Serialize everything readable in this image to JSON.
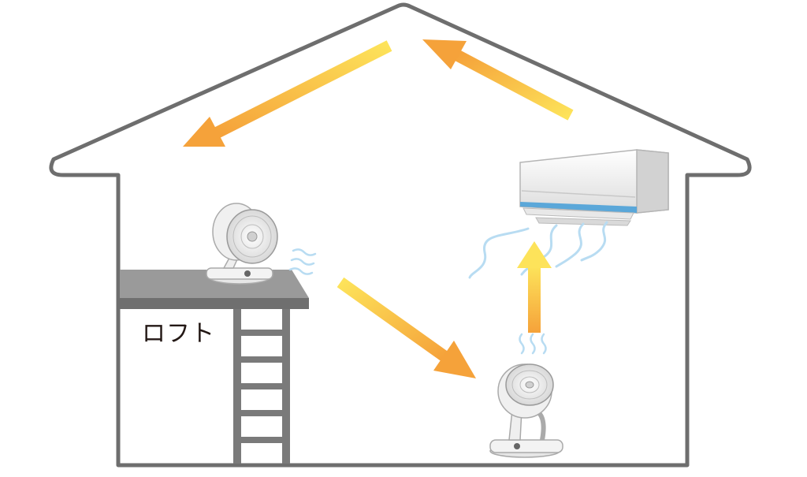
{
  "labels": {
    "loft": "ロフト"
  },
  "colors": {
    "wall": "#6e6e6e",
    "loft_floor": "#8c8c8c",
    "ladder": "#7a7a7a",
    "arrow_yellow": "#fde35a",
    "arrow_orange": "#f5a23a",
    "air_wave": "#b8dcf2",
    "fan_body": "#f4f4f4"
  },
  "icons": {
    "house_outline": "house-outline",
    "aircon": "air-conditioner-icon",
    "fan_loft": "circulator-fan-icon",
    "fan_floor": "circulator-fan-icon",
    "ladder": "ladder-icon"
  },
  "airflow": [
    {
      "id": "ac-to-roof",
      "direction": "up-left"
    },
    {
      "id": "roof-to-left",
      "direction": "down-left"
    },
    {
      "id": "loft-to-floor",
      "direction": "down-right"
    },
    {
      "id": "floor-fan-up",
      "direction": "up"
    }
  ]
}
